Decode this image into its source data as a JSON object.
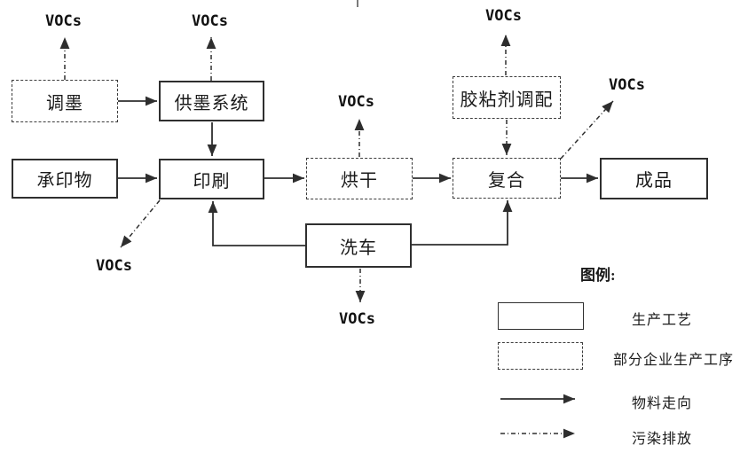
{
  "diagram": {
    "voc_label": "VOCs",
    "nodes": {
      "ink_mixing": {
        "label": "调墨",
        "style": "dashed"
      },
      "ink_supply": {
        "label": "供墨系统",
        "style": "solid"
      },
      "substrate": {
        "label": "承印物",
        "style": "solid"
      },
      "printing": {
        "label": "印刷",
        "style": "solid"
      },
      "drying": {
        "label": "烘干",
        "style": "dashed"
      },
      "adhesive_prep": {
        "label": "胶粘剂调配",
        "style": "dashed"
      },
      "laminating": {
        "label": "复合",
        "style": "dashed"
      },
      "finished": {
        "label": "成品",
        "style": "solid"
      },
      "washing": {
        "label": "洗车",
        "style": "solid"
      }
    },
    "flows": {
      "material": [
        "调墨→供墨系统",
        "供墨系统→印刷",
        "承印物→印刷",
        "印刷→烘干",
        "烘干→复合",
        "复合→成品",
        "洗车→印刷",
        "洗车→复合"
      ],
      "emission": [
        "调墨→VOCs",
        "供墨系统→VOCs",
        "烘干→VOCs",
        "胶粘剂调配→VOCs",
        "胶粘剂调配→复合",
        "复合→VOCs",
        "印刷→VOCs",
        "洗车→VOCs"
      ]
    },
    "legend": {
      "title": "图例:",
      "items": [
        {
          "symbol": "solid-box",
          "label": "生产工艺"
        },
        {
          "symbol": "dashed-box",
          "label": "部分企业生产工序"
        },
        {
          "symbol": "solid-arrow",
          "label": "物料走向"
        },
        {
          "symbol": "dashed-arrow",
          "label": "污染排放"
        }
      ]
    },
    "colors": {
      "line": "#2e2e2e",
      "text": "#1a1a1a",
      "background": "#ffffff"
    }
  }
}
